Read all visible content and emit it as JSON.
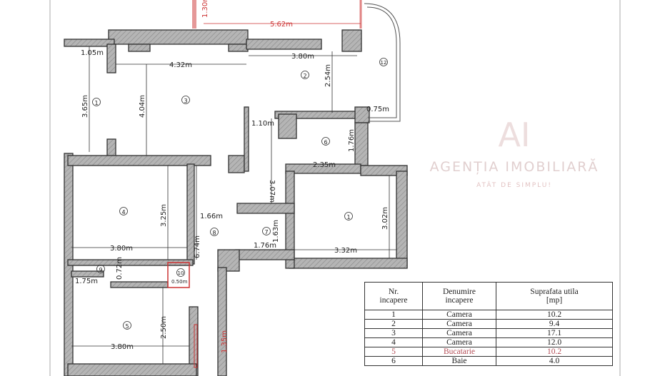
{
  "watermark": {
    "brand": "AGENȚIA IMOBILIARĂ",
    "slogan": "ATÂT DE SIMPLU!",
    "logo": "AI"
  },
  "dimensions": [
    "1.30m",
    "5.62m",
    "1.05m",
    "4.32m",
    "3.80m",
    "2.54m",
    "3.65m",
    "4.04m",
    "0.75m",
    "1.10m",
    "1.76m",
    "3.07m",
    "2.35m",
    "3.25m",
    "1.66m",
    "3.02m",
    "6.74m",
    "1.63m",
    "1.76m",
    "3.80m",
    "3.32m",
    "1.75m",
    "0.72m",
    "0.50m",
    "2.50m",
    "3.80m",
    "1.35m"
  ],
  "rooms": [
    "1",
    "3",
    "2",
    "12",
    "6",
    "4",
    "8",
    "7",
    "1",
    "9",
    "10",
    "5"
  ],
  "colors": {
    "wall": "#9a9a9a",
    "highlight": "#c33"
  },
  "table": {
    "headers": [
      "Nr.\nincapere",
      "Denumire\nincapere",
      "Suprafata utila\n[mp]"
    ],
    "rows": [
      {
        "nr": "1",
        "name": "Camera",
        "area": "10.2"
      },
      {
        "nr": "2",
        "name": "Camera",
        "area": "9.4"
      },
      {
        "nr": "3",
        "name": "Camera",
        "area": "17.1"
      },
      {
        "nr": "4",
        "name": "Camera",
        "area": "12.0"
      },
      {
        "nr": "5",
        "name": "Bucatarie",
        "area": "10.2"
      },
      {
        "nr": "6",
        "name": "Baie",
        "area": "4.0"
      }
    ]
  }
}
